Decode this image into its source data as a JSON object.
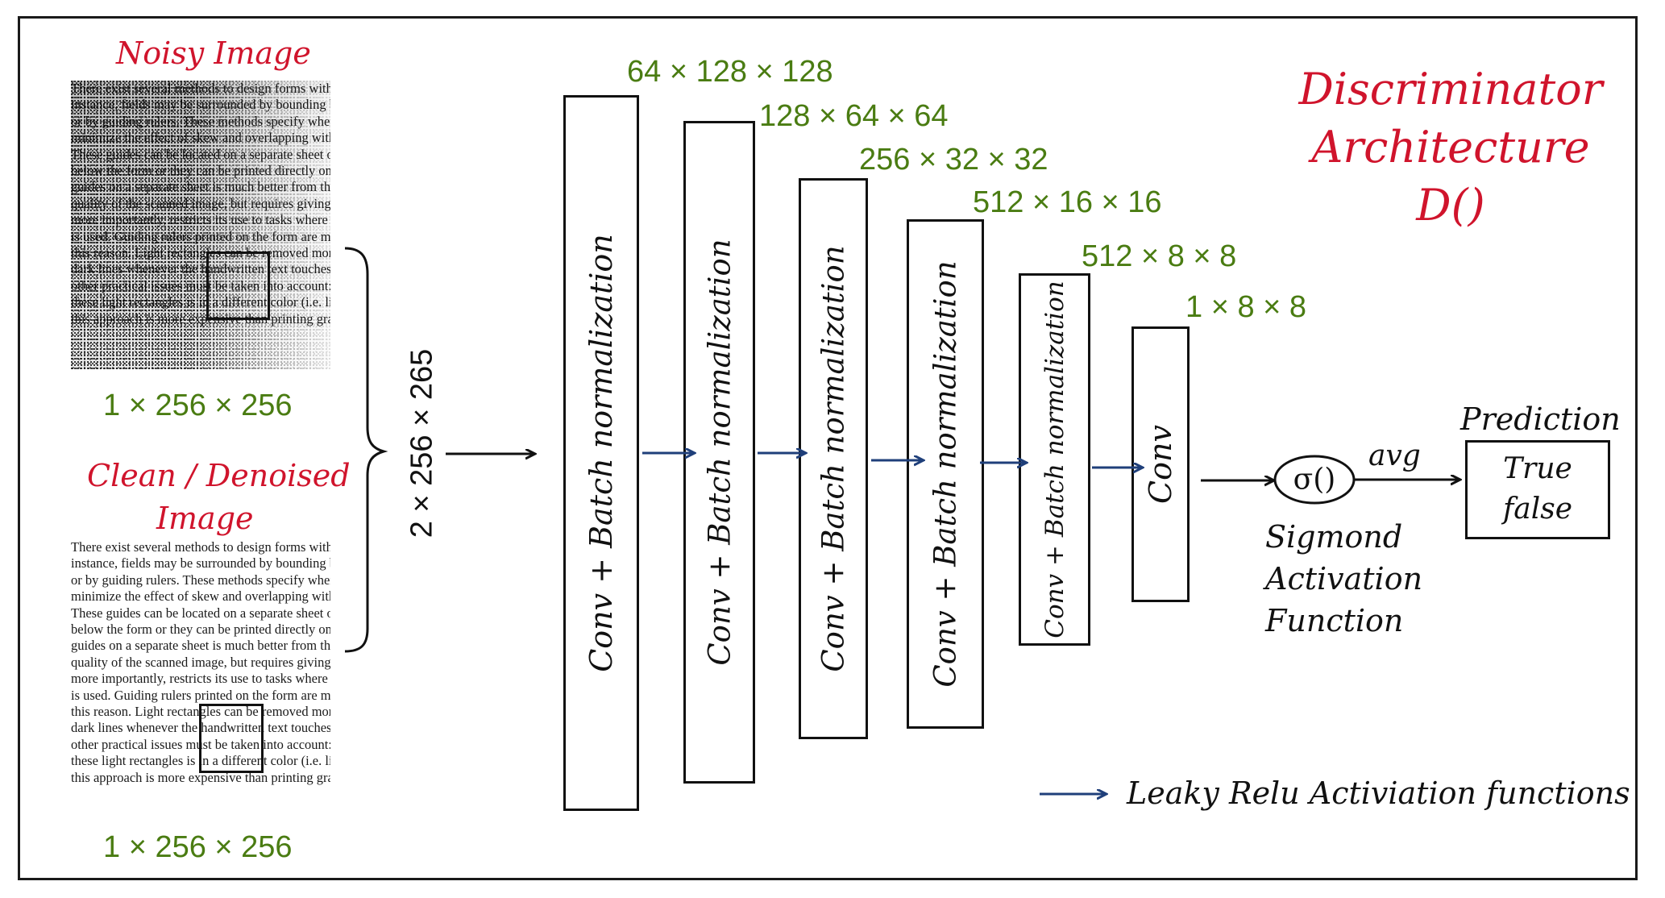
{
  "title": {
    "line1": "Discriminator",
    "line2": "Architecture",
    "line3": "D()"
  },
  "inputs": {
    "noisy_label": "Noisy Image",
    "noisy_dims": "1 × 256 × 256",
    "clean_label_line1": "Clean  / Denoised",
    "clean_label_line2": "Image",
    "clean_dims": "1 × 256 × 256",
    "concat_dims": "2 × 256 × 265"
  },
  "document_text": [
    "There exist several methods to design forms with fie",
    "instance, fields may be surrounded by bounding box",
    "or by guiding rulers. These methods specify where to",
    "minimize the effect of skew and overlapping with oth",
    "These guides can be located on a separate sheet of",
    "below the form or they can be printed directly on t",
    "guides on a separate sheet is much better from the",
    "quality of the scanned image, but requires giving m",
    "more importantly, restricts its use to tasks where th",
    "is used. Guiding rulers printed on the form are mor",
    "this reason. Light rectangles can be removed more e",
    "dark lines whenever the handwritten text touches the",
    "other practical issues must be taken into account: T",
    "these light rectangles is in a different color (i.e. lig",
    "this approach is more expensive than printing gray r"
  ],
  "layers": [
    {
      "label": "Conv + Batch normalization",
      "dims": "64 × 128 × 128"
    },
    {
      "label": "Conv + Batch normalization",
      "dims": "128 × 64 × 64"
    },
    {
      "label": "Conv + Batch normalization",
      "dims": "256 × 32 × 32"
    },
    {
      "label": "Conv + Batch normalization",
      "dims": "512 × 16 × 16"
    },
    {
      "label": "Conv + Batch normalization",
      "dims": "512 × 8 × 8"
    },
    {
      "label": "Conv",
      "dims": "1 × 8 × 8"
    }
  ],
  "activation": {
    "symbol": "σ()",
    "name_line1": "Sigmond",
    "name_line2": "Activation",
    "name_line3": "Function"
  },
  "avg_label": "avg",
  "prediction": {
    "label": "Prediction",
    "line1": "True",
    "line2": "false"
  },
  "legend": {
    "label": "Leaky Relu Activiation functions"
  },
  "colors": {
    "label_red": "#d0142c",
    "dims_green": "#4a7c12",
    "leaky_arrow_blue": "#1f3f7a",
    "black": "#111111"
  }
}
